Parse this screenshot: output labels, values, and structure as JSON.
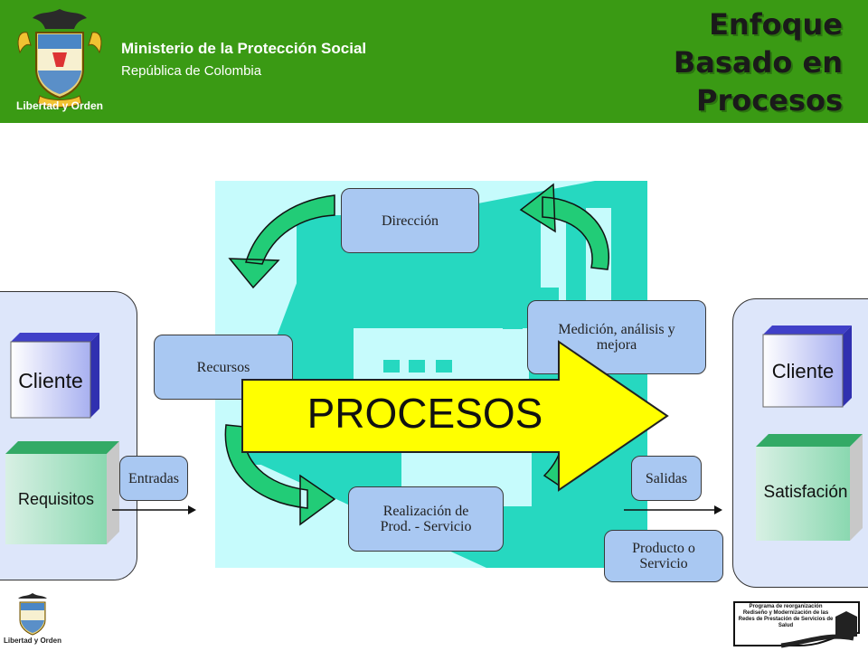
{
  "header": {
    "title": "Enfoque\nBasado en\nProcesos",
    "ministry": "Ministerio de la Protección Social",
    "republic": "República de Colombia",
    "emblem_motto": "Libertad y Orden",
    "background_color": "#3a9a14"
  },
  "diagram": {
    "nodes": {
      "direccion": "Dirección",
      "medicion": "Medición, análisis y mejora",
      "recursos": "Recursos",
      "realizacion": "Realización de Prod. - Servicio",
      "entradas": "Entradas",
      "salidas": "Salidas",
      "producto": "Producto o Servicio"
    },
    "big_arrow_label": "PROCESOS",
    "big_arrow_color": "#ffff00",
    "cycle_arrow_color": "#22cc77"
  },
  "left_panel": {
    "cube_label": "Cliente",
    "block_label": "Requisitos"
  },
  "right_panel": {
    "cube_label": "Cliente",
    "block_label": "Satisfación"
  },
  "footer": {
    "emblem_motto": "Libertad y Orden",
    "program_text": "Programa de reorganización Rediseño y Modernización de las Redes de Prestación de Servicios de Salud"
  }
}
